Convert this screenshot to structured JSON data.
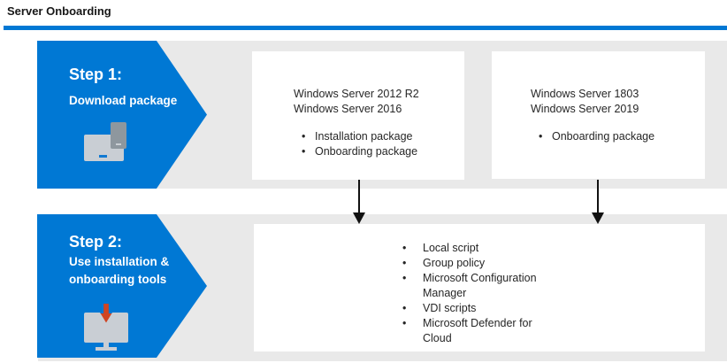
{
  "page": {
    "title": "Server Onboarding"
  },
  "colors": {
    "accent_blue": "#0078d4",
    "band_gray": "#e9e9e9",
    "icon_gray_light": "#c9ced4",
    "icon_gray_dark": "#8e979e",
    "download_arrow_red": "#cf4523",
    "connector_black": "#111111",
    "text_dark": "#262626"
  },
  "step1": {
    "label": "Step 1:",
    "description": "Download package",
    "boxes": [
      {
        "headers": [
          "Windows Server 2012 R2",
          "Windows Server 2016"
        ],
        "bullets": [
          "Installation package",
          "Onboarding package"
        ]
      },
      {
        "headers": [
          "Windows Server 1803",
          "Windows Server 2019"
        ],
        "bullets": [
          "Onboarding package"
        ]
      }
    ]
  },
  "step2": {
    "label": "Step 2:",
    "description_lines": [
      "Use installation &",
      "onboarding tools"
    ],
    "box": {
      "bullets": [
        "Local script",
        "Group policy",
        "Microsoft Configuration Manager",
        "VDI scripts",
        "Microsoft Defender for Cloud"
      ]
    }
  }
}
